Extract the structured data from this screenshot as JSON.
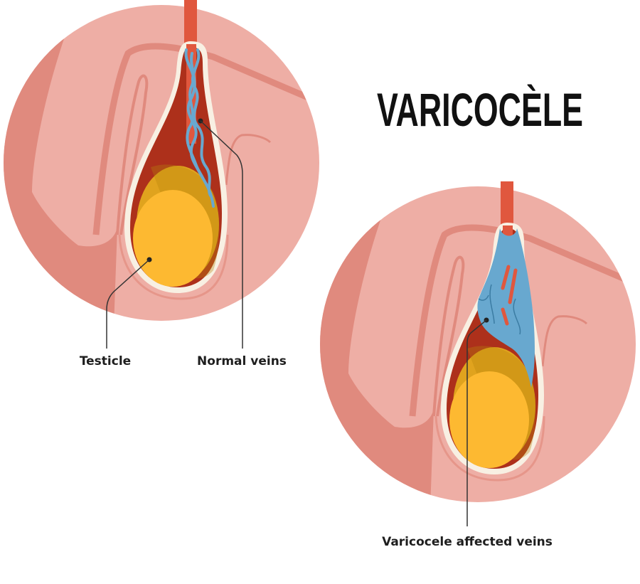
{
  "title": "VARICOCÈLE",
  "panels": [
    {
      "name": "normal",
      "labels": {
        "testicle": "Testicle",
        "veins": "Normal veins"
      }
    },
    {
      "name": "varicocele",
      "labels": {
        "veins": "Varicocele affected veins"
      }
    }
  ],
  "colors": {
    "skin_light": "#eeaea5",
    "skin_dark": "#e08a7e",
    "sac_border": "#f8f0e3",
    "sac_inner": "#ad301b",
    "cord": "#e0573e",
    "testicle": "#fdb931",
    "testicle_shade": "#e0a31e",
    "vein": "#68a8cf"
  }
}
